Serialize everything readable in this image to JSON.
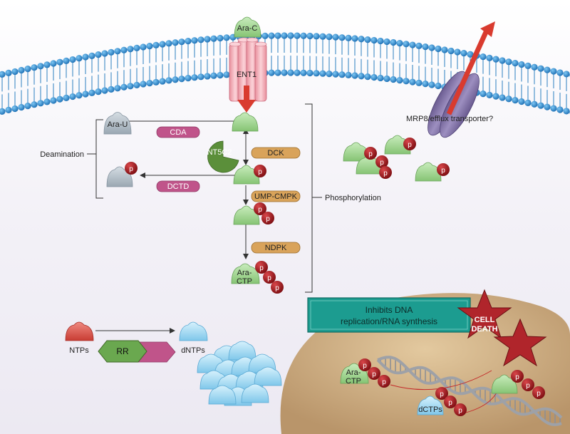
{
  "labels": {
    "ara_c": "Ara-C",
    "ent1": "ENT1",
    "ara_u": "Ara-U",
    "cda": "CDA",
    "dctd": "DCTD",
    "nt5c2": "NT5C2",
    "dck": "DCK",
    "ump_cmpk": "UMP-CMPK",
    "ndpk": "NDPK",
    "ara_ctp_line1": "Ara-",
    "ara_ctp_line2": "CTP",
    "deamination": "Deamination",
    "phosphorylation": "Phosphorylation",
    "mrp8": "MRP8/efflux transporter?",
    "inhibits_line1": "Inhibits DNA",
    "inhibits_line2": "replication/RNA synthesis",
    "cell_death_line1": "CELL",
    "cell_death_line2": "DEATH",
    "rr": "RR",
    "ntps": "NTPs",
    "dntps": "dNTPs",
    "dctps": "dCTPs",
    "phosphate": "p"
  },
  "colors": {
    "background": "#efecf4",
    "membrane": "#2d8fd6",
    "ara_c_green": "#9fd690",
    "ent1_pink": "#f2a9b3",
    "arrow_red": "#d93b2f",
    "enzyme_pink": "#c0548a",
    "enzyme_orange": "#d9a35a",
    "nt5c2_green": "#5b8f3a",
    "phosphate_red": "#a3171b",
    "metabolite_grey": "#b8c2cc",
    "mrp8_purple": "#7f6fa3",
    "nucleus_tan": "#d2b487",
    "inhibit_teal": "#1c9c90",
    "cell_death_red": "#b0252b",
    "rr_green": "#6aa84f",
    "ntp_red": "#e15b55",
    "dntp_blue": "#9fd8f3"
  }
}
